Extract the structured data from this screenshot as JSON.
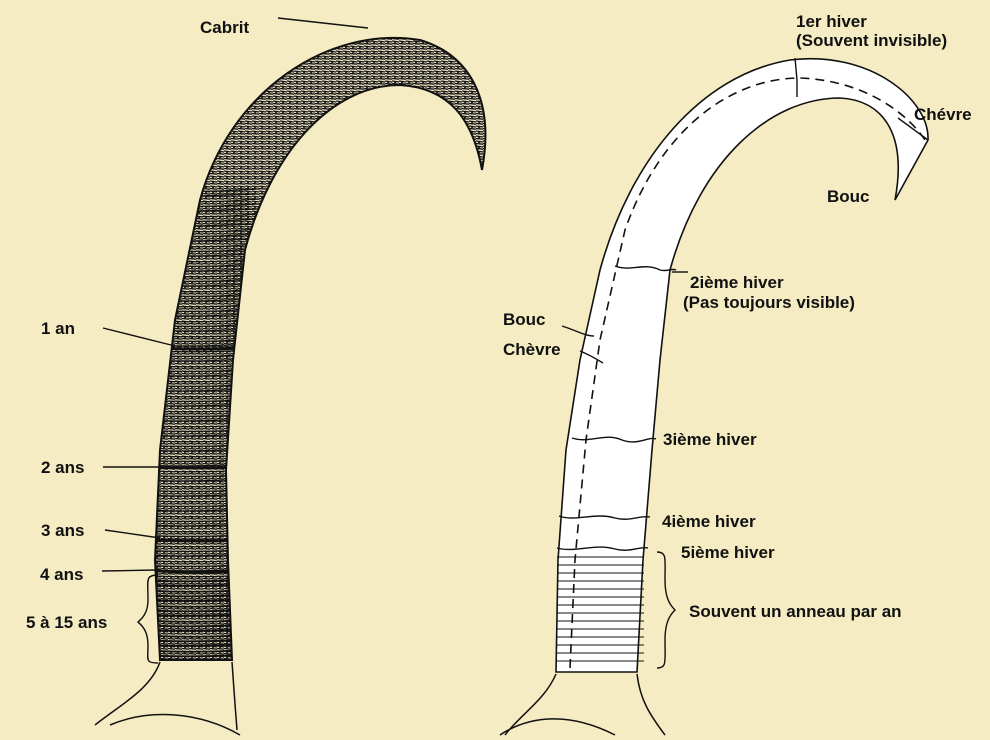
{
  "left_horn": {
    "top_label": "Cabrit",
    "age_labels": [
      "1 an",
      "2 ans",
      "3 ans",
      "4 ans",
      "5 à 15 ans"
    ]
  },
  "right_horn": {
    "first_winter": [
      "1er hiver",
      "(Souvent invisible)"
    ],
    "tip_female": "Chévre",
    "tip_male": "Bouc",
    "outline_male": "Bouc",
    "outline_female": "Chèvre",
    "second_winter": [
      "2ième hiver",
      "(Pas toujours visible)"
    ],
    "third_winter": "3ième hiver",
    "fourth_winter": "4ième hiver",
    "fifth_winter": "5ième hiver",
    "yearly_rings": "Souvent un anneau par an"
  },
  "colors": {
    "background": "#f5ecc3",
    "ink": "#111111",
    "horn_fill": "#ffffff"
  }
}
